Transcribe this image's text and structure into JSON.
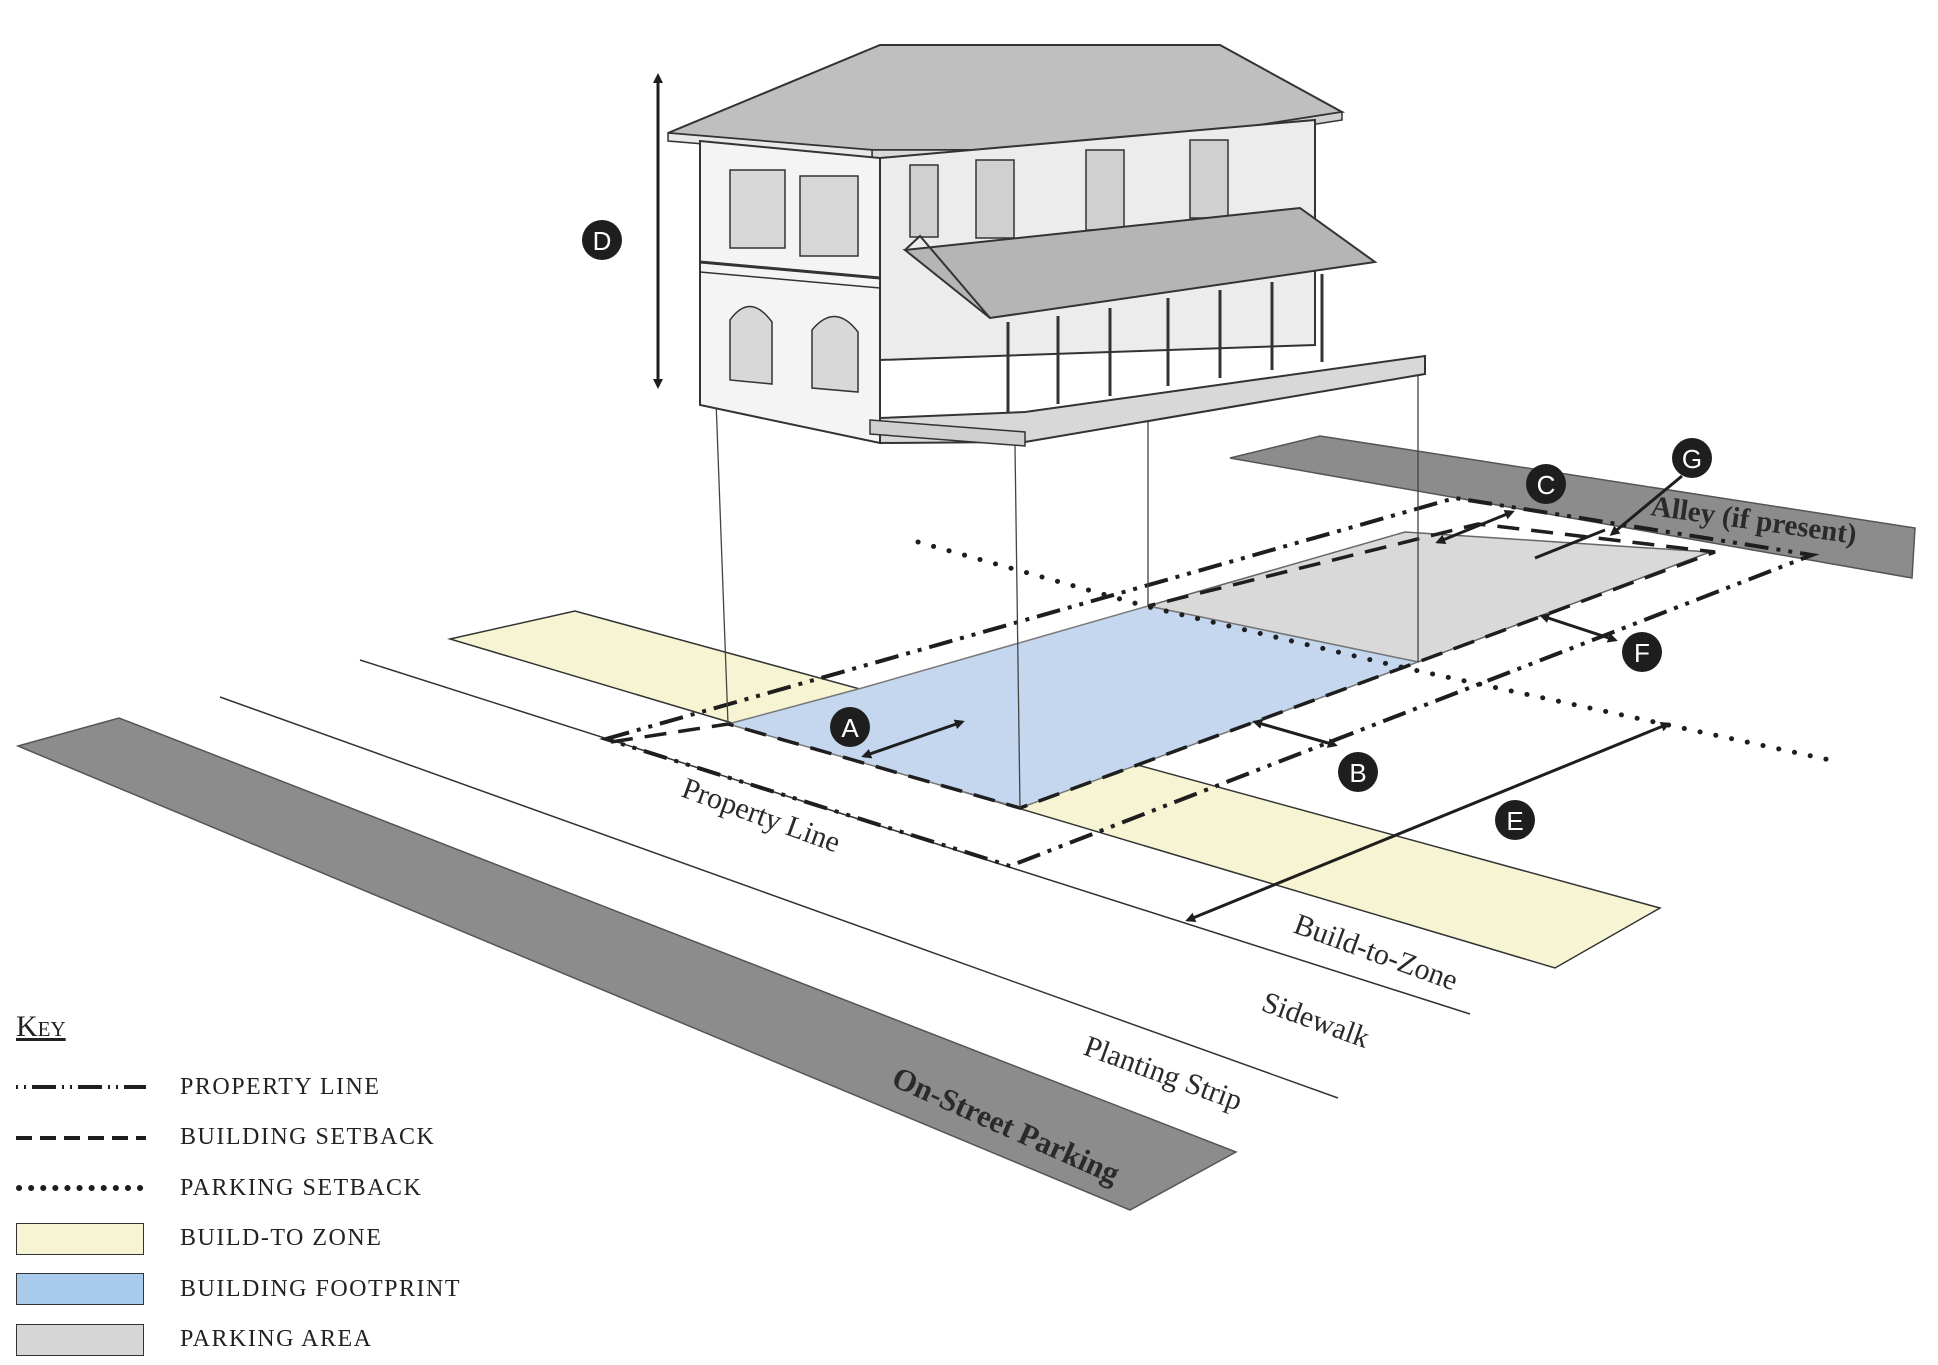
{
  "labels": {
    "property_line": "Property Line",
    "build_to_zone": "Build-to-Zone",
    "sidewalk": "Sidewalk",
    "planting_strip": "Planting Strip",
    "on_street_parking": "On-Street Parking",
    "alley": "Alley (if present)"
  },
  "dimension_markers": [
    "A",
    "B",
    "C",
    "D",
    "E",
    "F",
    "G"
  ],
  "key": {
    "title": "Key",
    "items": [
      {
        "label": "PROPERTY LINE",
        "style": "dash-dot-dot"
      },
      {
        "label": "BUILDING SETBACK",
        "style": "dashed"
      },
      {
        "label": "PARKING SETBACK",
        "style": "dotted"
      },
      {
        "label": "BUILD-TO ZONE",
        "color": "#f6f4d2"
      },
      {
        "label": "BUILDING FOOTPRINT",
        "color": "#a9cbeb"
      },
      {
        "label": "PARKING AREA",
        "color": "#d6d6d6"
      }
    ]
  },
  "colors": {
    "build_to_zone": "#f6f4d2",
    "building_footprint": "#c4d7ef",
    "parking_area": "#d9d9d9",
    "street": "#8c8c8c",
    "badge": "#1e1e1e"
  }
}
